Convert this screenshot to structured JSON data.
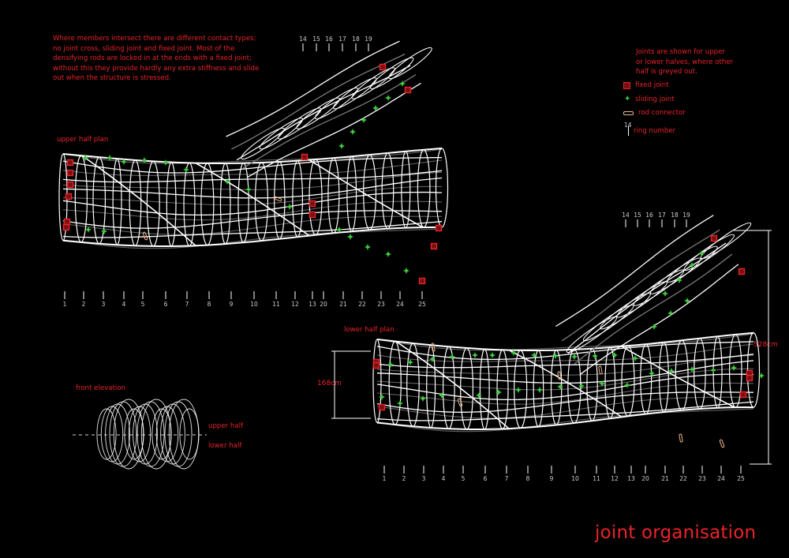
{
  "intro_text": [
    "Where members intersect there are different contact types:",
    "no joint cross, sliding joint and fixed joint. Most of the",
    "densifying rods are locked in at the ends with a fixed joint;",
    "without this they provide hardly any extra stiffness and slide",
    "out when the structure is stressed."
  ],
  "legend": {
    "intro": [
      "Joints are shown for upper",
      "or lower halves, where other",
      "half is greyed out."
    ],
    "items": [
      {
        "label": "fixed joint",
        "icon": "fixed-joint-icon"
      },
      {
        "label": "sliding joint",
        "icon": "sliding-joint-icon"
      },
      {
        "label": "rod connector",
        "icon": "rod-connector-icon"
      },
      {
        "label": "ring number",
        "icon": "ring-number-icon",
        "sample": "14"
      }
    ]
  },
  "upper_plan": {
    "label": "upper half plan",
    "ring_numbers": [
      "1",
      "2",
      "3",
      "4",
      "5",
      "6",
      "7",
      "8",
      "9",
      "10",
      "11",
      "12",
      "13",
      "20",
      "21",
      "22",
      "23",
      "24",
      "25"
    ],
    "branch_ring_numbers": [
      "14",
      "15",
      "16",
      "17",
      "18",
      "19"
    ]
  },
  "lower_plan": {
    "label": "lower half plan",
    "ring_numbers": [
      "1",
      "2",
      "3",
      "4",
      "5",
      "6",
      "7",
      "8",
      "9",
      "10",
      "11",
      "12",
      "13",
      "20",
      "21",
      "22",
      "23",
      "24",
      "25"
    ],
    "branch_ring_numbers": [
      "14",
      "15",
      "16",
      "17",
      "18",
      "19"
    ],
    "width_dim": "168cm",
    "length_dim": "528cm"
  },
  "elevation": {
    "label": "front elevation",
    "upper": "upper half",
    "lower": "lower half"
  },
  "title": "joint organisation",
  "colors": {
    "accent": "#e8232a",
    "sliding": "#3ccd3c",
    "connector": "#f2b38a",
    "structure": "#ffffff",
    "greyed": "#7a7a7a"
  }
}
